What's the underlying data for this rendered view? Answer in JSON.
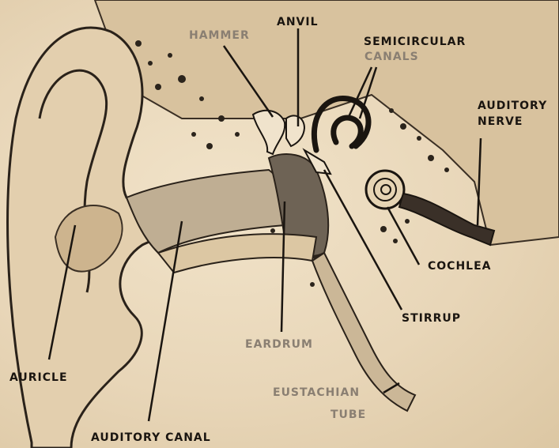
{
  "labels": {
    "hammer": "HAMMER",
    "anvil": "ANVIL",
    "semicircular_1": "SEMICIRCULAR",
    "semicircular_2": "CANALS",
    "auditory_nerve_1": "AUDITORY",
    "auditory_nerve_2": "NERVE",
    "cochlea": "COCHLEA",
    "stirrup": "STIRRUP",
    "eardrum": "EARDRUM",
    "eustachian_1": "EUSTACHIAN",
    "eustachian_2": "TUBE",
    "auricle": "AURICLE",
    "auditory_canal": "AUDITORY CANAL"
  },
  "colors": {
    "paper": "#e9d8bd",
    "ink": "#1a1510",
    "grey_label": "#8a7f72",
    "bone": "#d9c3a0",
    "cavity": "#6e6355"
  }
}
